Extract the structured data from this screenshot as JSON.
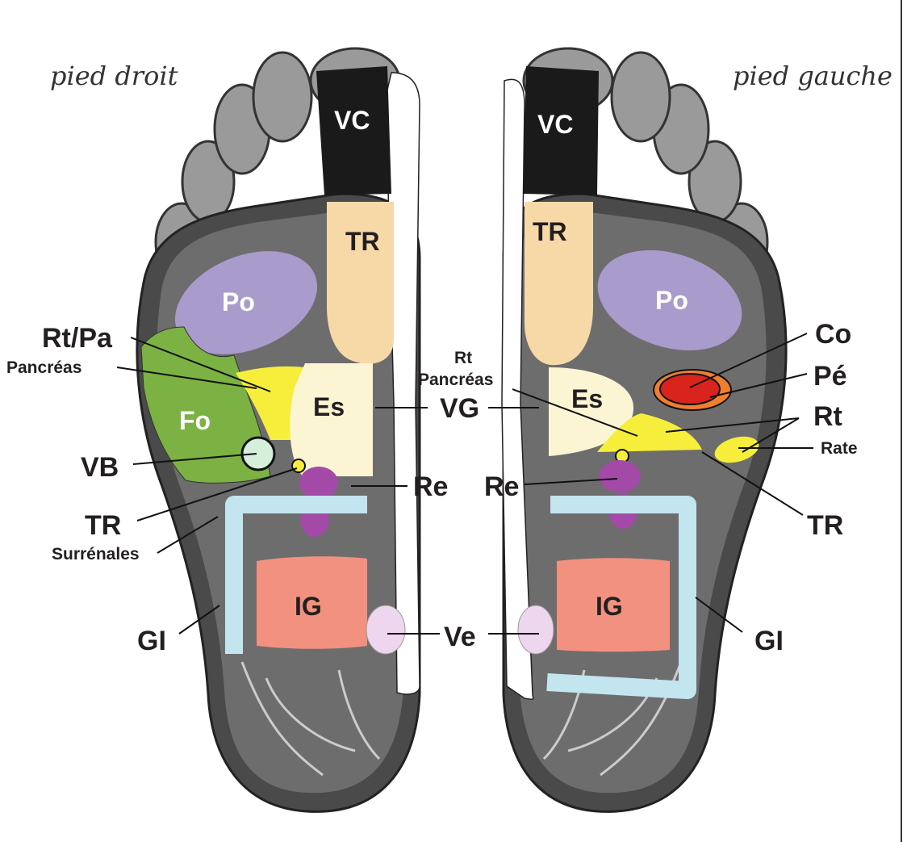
{
  "titles": {
    "right_foot": "pied droit",
    "left_foot": "pied gauche"
  },
  "zones": {
    "vc": "VC",
    "tr": "TR",
    "po": "Po",
    "fo": "Fo",
    "es": "Es",
    "ig": "IG"
  },
  "labels": {
    "rt_pa": "Rt/Pa",
    "pancreas": "Pancréas",
    "vb": "VB",
    "tr": "TR",
    "surrenales": "Surrénales",
    "gi": "GI",
    "re": "Re",
    "ve": "Ve",
    "vg": "VG",
    "rt": "Rt",
    "pancreas2": "Pancréas",
    "co": "Co",
    "pe": "Pé",
    "rt_right": "Rt",
    "rate": "Rate"
  },
  "colors": {
    "vc": "#1a1a1a",
    "tr": "#f7d9a8",
    "po": "#a99bcc",
    "fo": "#7bb243",
    "yellow": "#f6ee3a",
    "es": "#fbf5d3",
    "re": "#a34aa8",
    "gi": "#c2e5ef",
    "ig": "#f2917f",
    "ve": "#eed6ee",
    "pe_outer": "#ef7f2f",
    "pe_inner": "#d8241c"
  }
}
